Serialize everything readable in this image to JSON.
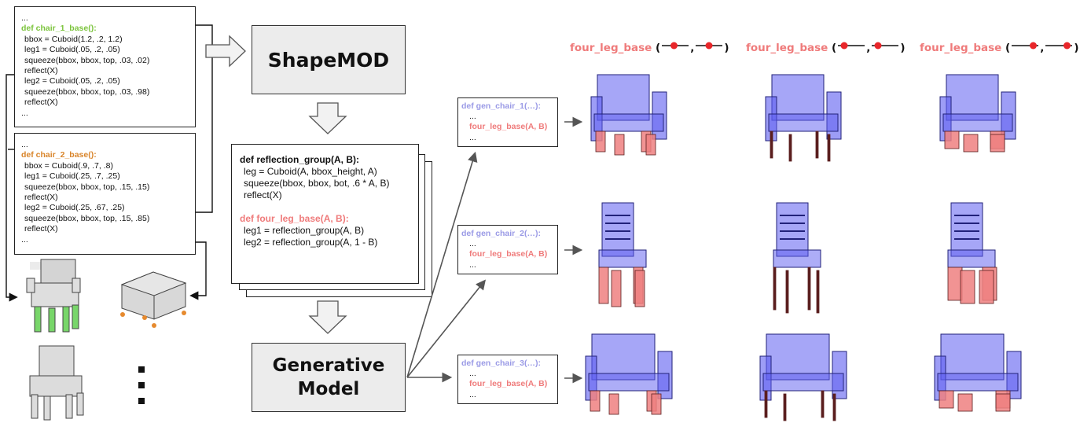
{
  "programs": {
    "chair1": [
      "...",
      "def chair_1_base():",
      "bbox = Cuboid(1.2, .2, 1.2)",
      "leg1 = Cuboid(.05, .2, .05)",
      "squeeze(bbox, bbox, top, .03, .02)",
      "reflect(X)",
      "leg2 = Cuboid(.05, .2, .05)",
      "squeeze(bbox, bbox, top, .03, .98)",
      "reflect(X)",
      "..."
    ],
    "chair2": [
      "...",
      "def chair_2_base():",
      "bbox = Cuboid(.9, .7, .8)",
      "leg1 = Cuboid(.25, .7, .25)",
      "squeeze(bbox, bbox, top, .15, .15)",
      "reflect(X)",
      "leg2 = Cuboid(.25, .67, .25)",
      "squeeze(bbox, bbox, top, .15, .85)",
      "reflect(X)",
      "..."
    ]
  },
  "shapemod_label": "ShapeMOD",
  "generative_label": [
    "Generative",
    "Model"
  ],
  "abstraction": {
    "func1": "def reflection_group(A, B):",
    "func1_body": [
      "leg = Cuboid(A, bbox_height, A)",
      "squeeze(bbox, bbox, bot, .6 * A, B)",
      "reflect(X)"
    ],
    "func2": "def four_leg_base(A, B):",
    "func2_body": [
      "leg1 = reflection_group(A, B)",
      "leg2 = reflection_group(A, 1 - B)"
    ]
  },
  "ellipsis_vertical": "⋮",
  "gen_programs": [
    {
      "def": "def gen_chair_1(…):",
      "dots": "...",
      "call": "four_leg_base(A, B)",
      "end": "..."
    },
    {
      "def": "def gen_chair_2(…):",
      "dots": "...",
      "call": "four_leg_base(A, B)",
      "end": "..."
    },
    {
      "def": "def gen_chair_3(…):",
      "dots": "...",
      "call": "four_leg_base(A, B)",
      "end": "..."
    }
  ],
  "column_headers": [
    {
      "name": "four_leg_base",
      "open": "(",
      "comma": ",",
      "close": ")",
      "slider_a": 0.45,
      "slider_b": 0.5
    },
    {
      "name": "four_leg_base",
      "open": "(",
      "comma": ",",
      "close": ")",
      "slider_a": 0.2,
      "slider_b": 0.2
    },
    {
      "name": "four_leg_base",
      "open": "(",
      "comma": ",",
      "close": ")",
      "slider_a": 0.85,
      "slider_b": 0.85
    }
  ],
  "colors": {
    "abstraction": "#ef7b7b",
    "generated": "#9a9ae6",
    "chair1_legs": "#7cc43d",
    "chair2_legs": "#d9852b",
    "shape_blue": "#5c5cf0",
    "leg_red": "#ee8080"
  }
}
